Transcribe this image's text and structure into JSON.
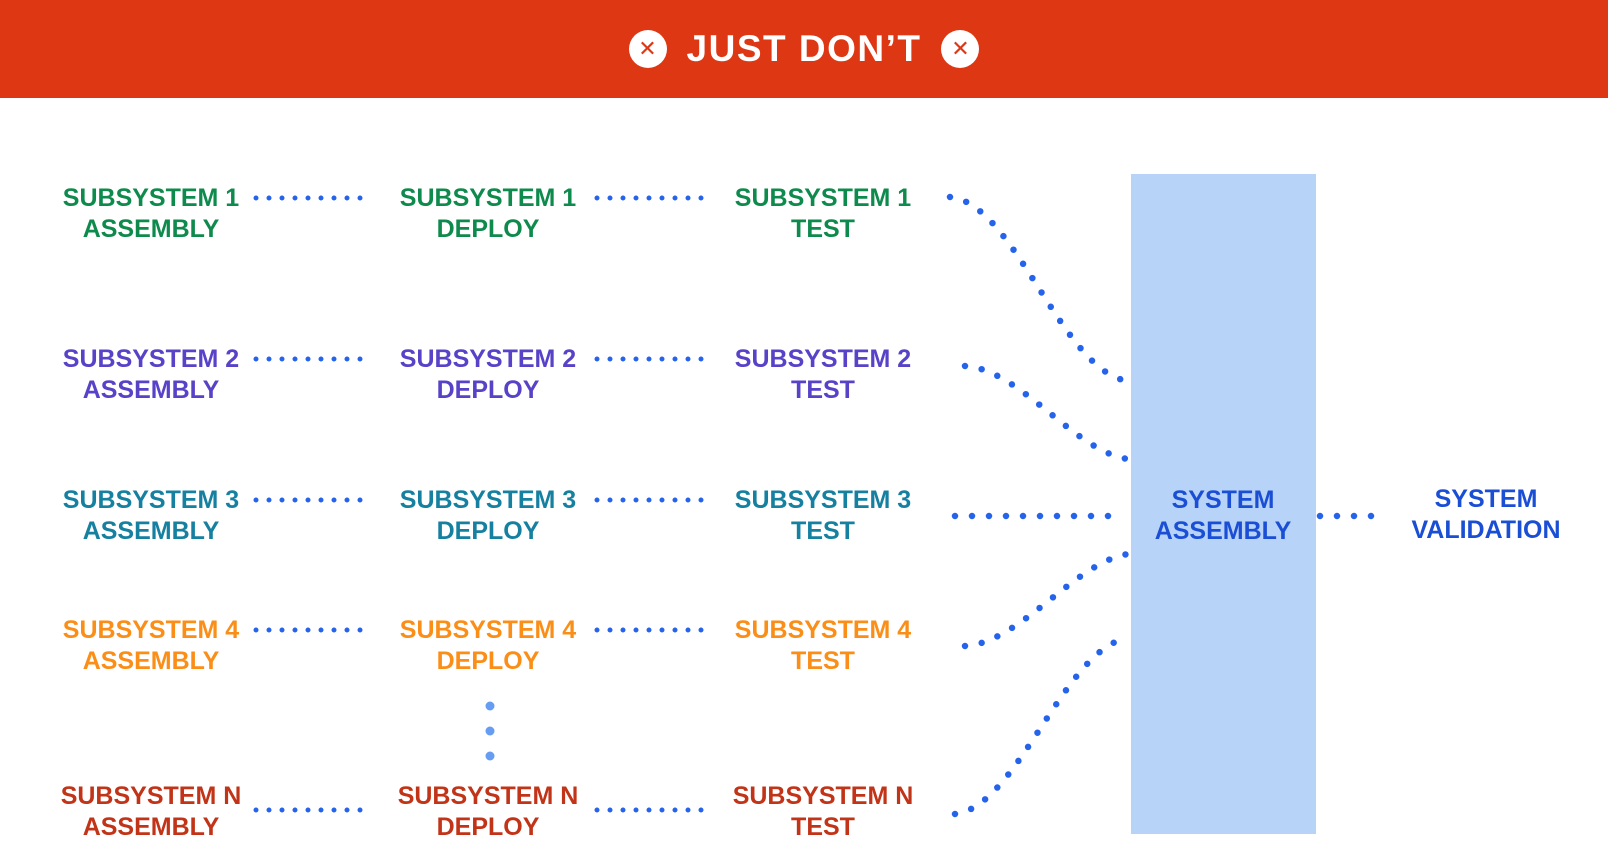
{
  "banner": {
    "title": "JUST DON’T",
    "icon_glyph": "✕",
    "left_icon": "circle-x-icon",
    "right_icon": "circle-x-icon"
  },
  "rows": [
    {
      "key": "1",
      "assembly_l1": "SUBSYSTEM 1",
      "assembly_l2": "ASSEMBLY",
      "deploy_l1": "SUBSYSTEM 1",
      "deploy_l2": "DEPLOY",
      "test_l1": "SUBSYSTEM 1",
      "test_l2": "TEST"
    },
    {
      "key": "2",
      "assembly_l1": "SUBSYSTEM 2",
      "assembly_l2": "ASSEMBLY",
      "deploy_l1": "SUBSYSTEM 2",
      "deploy_l2": "DEPLOY",
      "test_l1": "SUBSYSTEM 2",
      "test_l2": "TEST"
    },
    {
      "key": "3",
      "assembly_l1": "SUBSYSTEM 3",
      "assembly_l2": "ASSEMBLY",
      "deploy_l1": "SUBSYSTEM 3",
      "deploy_l2": "DEPLOY",
      "test_l1": "SUBSYSTEM 3",
      "test_l2": "TEST"
    },
    {
      "key": "4",
      "assembly_l1": "SUBSYSTEM 4",
      "assembly_l2": "ASSEMBLY",
      "deploy_l1": "SUBSYSTEM 4",
      "deploy_l2": "DEPLOY",
      "test_l1": "SUBSYSTEM 4",
      "test_l2": "TEST"
    },
    {
      "key": "N",
      "assembly_l1": "SUBSYSTEM N",
      "assembly_l2": "ASSEMBLY",
      "deploy_l1": "SUBSYSTEM N",
      "deploy_l2": "DEPLOY",
      "test_l1": "SUBSYSTEM N",
      "test_l2": "TEST"
    }
  ],
  "system_assembly": {
    "l1": "SYSTEM",
    "l2": "ASSEMBLY"
  },
  "system_validation": {
    "l1": "SYSTEM",
    "l2": "VALIDATION"
  },
  "colors": {
    "banner_bg": "#dd3714",
    "banner_text": "#ffffff",
    "row1": "#0e8a4d",
    "row2": "#5843c8",
    "row3": "#1580a0",
    "row4": "#fb8e17",
    "rowN": "#c23418",
    "connector_blue": "#2563eb",
    "ellipsis_blue": "#669cf2",
    "assembly_box_fill": "#b8d3f8",
    "system_text_blue": "#1a4fd5"
  }
}
